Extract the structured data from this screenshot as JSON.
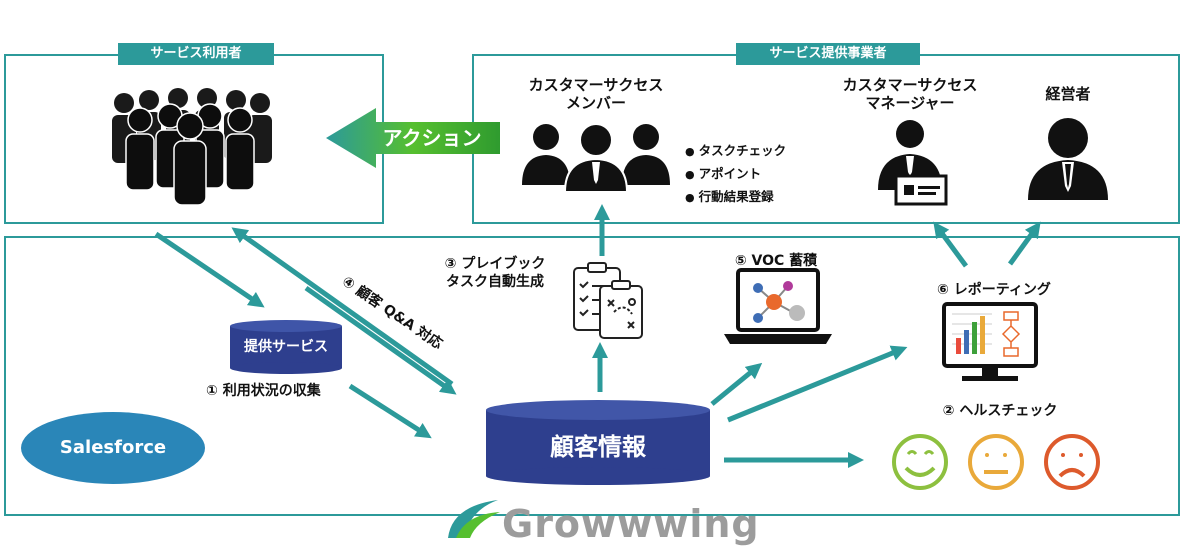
{
  "groups": {
    "users": "サービス利用者",
    "provider": "サービス提供事業者"
  },
  "roles": {
    "cs_member": "カスタマーサクセス\nメンバー",
    "cs_manager": "カスタマーサクセス\nマネージャー",
    "executive": "経営者"
  },
  "action_label": "アクション",
  "member_tasks": [
    "タスクチェック",
    "アポイント",
    "行動結果登録"
  ],
  "steps": {
    "collect": "① 利用状況の収集",
    "health": "② ヘルスチェック",
    "playbook": "③ プレイブック\nタスク自動生成",
    "qa": "④ 顧客 Q&A 対応",
    "voc": "⑤ VOC 蓄積",
    "reporting": "⑥ レポーティング"
  },
  "databases": {
    "service": "提供サービス",
    "customer": "顧客情報"
  },
  "salesforce": "Salesforce",
  "brand": "Growwwing",
  "colors": {
    "teal": "#2c9a9a",
    "navy": "#2e3f8e",
    "salesforce": "#2a86b8",
    "smile": "#8dc03f",
    "neutral": "#e9a93a",
    "sad": "#dd5a2c"
  },
  "icons": [
    "crowd-icon",
    "team-icon",
    "manager-icon",
    "executive-icon",
    "clipboard-icon",
    "laptop-network-icon",
    "monitor-chart-icon",
    "smile-face-icon",
    "neutral-face-icon",
    "sad-face-icon",
    "growwwing-logo-icon"
  ]
}
